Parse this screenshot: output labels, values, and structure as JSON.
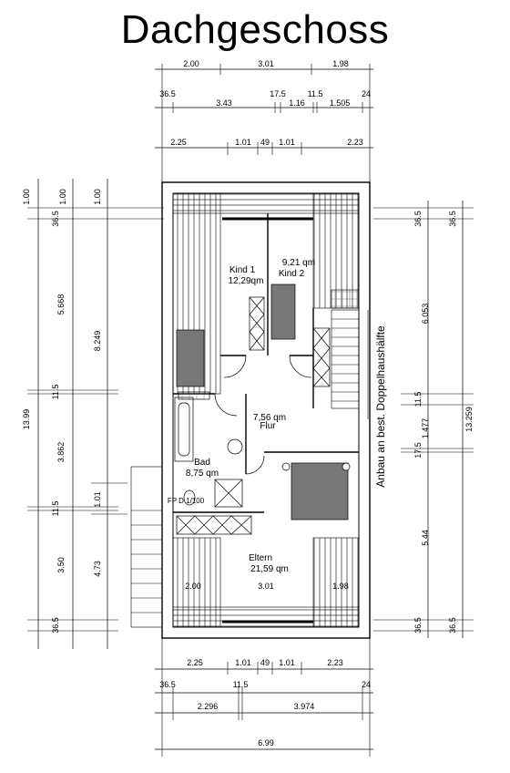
{
  "title": "Dachgeschoss",
  "side_note": "Anbau an best. Doppelhaushälfte",
  "rooms": [
    {
      "name": "Kind 1",
      "area": "12,29qm"
    },
    {
      "name": "Kind 2",
      "area": "9,21 qm"
    },
    {
      "name": "Flur",
      "area": "7,56 qm"
    },
    {
      "name": "Bad",
      "area": "8,75 qm"
    },
    {
      "name": "Eltern",
      "area": "21,59 qm"
    }
  ],
  "fixtures": {
    "label": "FP D 1/100"
  },
  "dims": {
    "top_row1": [
      "2.00",
      "3.01",
      "1.98"
    ],
    "top_row2": [
      "36.5",
      "3.43",
      "17.5",
      "1.16",
      "11.5",
      "1.505",
      "24"
    ],
    "top_row3": [
      "2.25",
      "1.01",
      "49",
      "1.01",
      "2.23"
    ],
    "left_col1": [
      "1.00",
      "36.5",
      "13.99",
      "11.5",
      "3.862",
      "5.668",
      "11.5",
      "3.50",
      "36.5"
    ],
    "left_col2": [
      "1.00",
      "8.249",
      "1.01",
      "4.73"
    ],
    "left_col3": [
      "1.00"
    ],
    "right_col1": [
      "36.5",
      "6.053",
      "11.5",
      "17.5",
      "5.44",
      "36.5"
    ],
    "right_col2": [
      "36.5",
      "1.477",
      "13.259",
      "36.5"
    ],
    "inner_row": [
      "2.00",
      "3.01",
      "1.98"
    ],
    "bottom_row1": [
      "2.25",
      "1.01",
      "49",
      "1.01",
      "2.23"
    ],
    "bottom_row2": [
      "36.5",
      "11.5",
      "24"
    ],
    "bottom_row3": [
      "2.296",
      "3.974"
    ],
    "bottom_total": [
      "6.99"
    ]
  }
}
